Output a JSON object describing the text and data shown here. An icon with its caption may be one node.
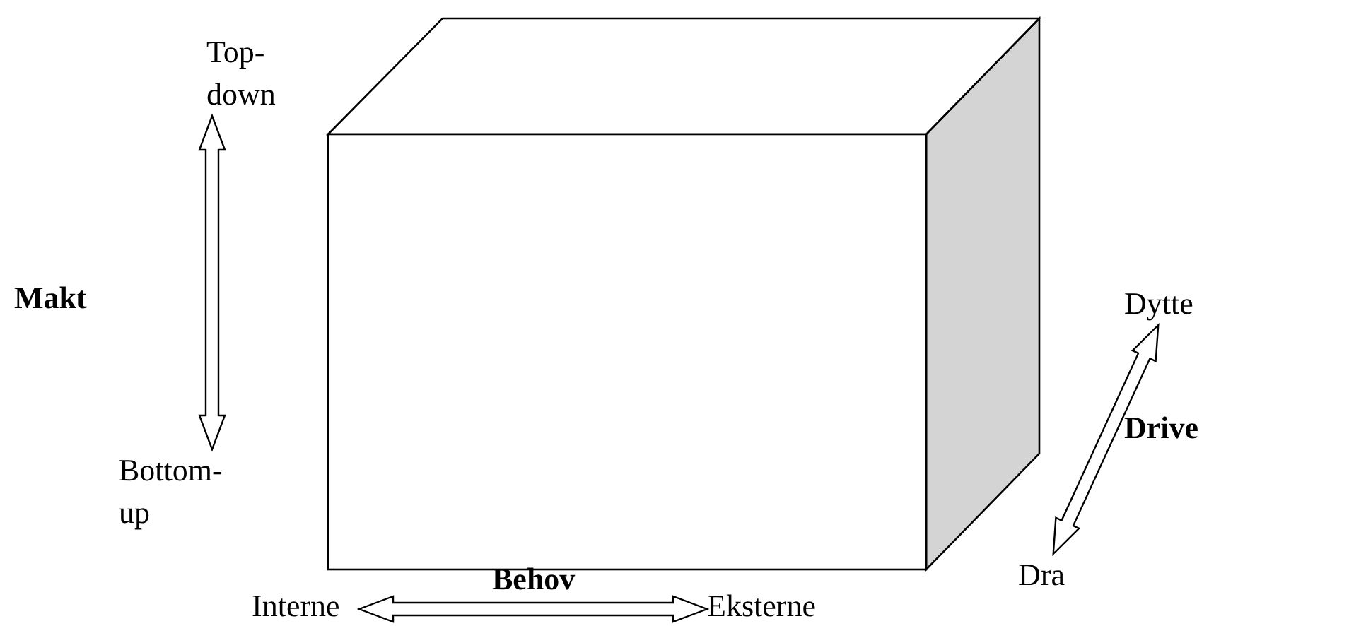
{
  "diagram": {
    "nodes": [
      {
        "text": [
          "Top- down"
        ]
      },
      {
        "text": [
          "Bottom- up"
        ]
      },
      {
        "text": [
          "Dytte"
        ]
      },
      {
        "text": [
          "Dra"
        ]
      },
      {
        "text": [
          "Interne"
        ]
      },
      {
        "text": [
          "Eksterne"
        ]
      }
    ],
    "edges": [
      {
        "from": 0,
        "to": 1,
        "arrow": "both",
        "label": "Makt"
      },
      {
        "from": 3,
        "to": 2,
        "arrow": "both",
        "label": "Drive"
      },
      {
        "from": 4,
        "to": 5,
        "arrow": "both",
        "label": "Behov"
      }
    ]
  }
}
